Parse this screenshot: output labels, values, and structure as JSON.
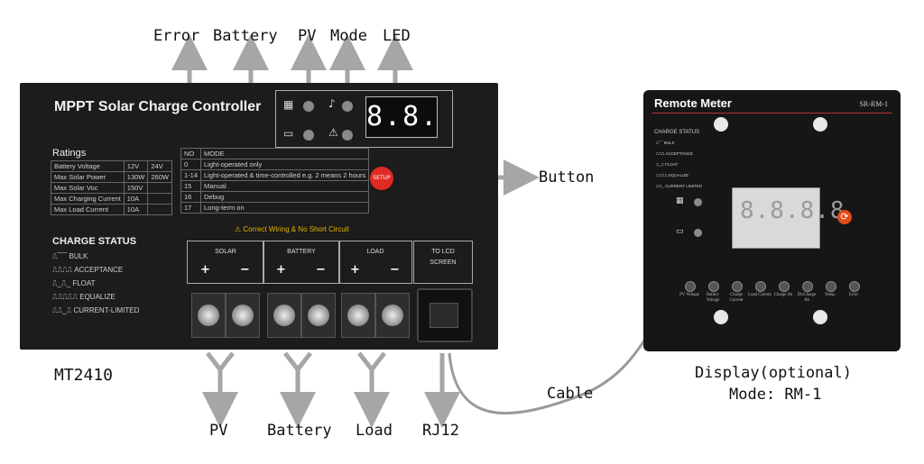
{
  "callouts": {
    "top": [
      "Error",
      "Battery",
      "PV",
      "Mode",
      "LED"
    ],
    "button": "Button",
    "bottom": [
      "PV",
      "Battery",
      "Load",
      "RJ12"
    ],
    "cable": "Cable",
    "display_line1": "Display(optional)",
    "display_line2": "Mode: RM-1"
  },
  "controller": {
    "title": "MPPT Solar Charge Controller",
    "model": "MT2410",
    "led_display": "8.8.",
    "setup_label": "SETUP",
    "ratings_title": "Ratings",
    "ratings": [
      [
        "Battery Voltage",
        "12V",
        "24V"
      ],
      [
        "Max Solar Power",
        "130W",
        "260W"
      ],
      [
        "Max Solar Voc",
        "150V",
        ""
      ],
      [
        "Max Charging Current",
        "10A",
        ""
      ],
      [
        "Max Load Current",
        "10A",
        ""
      ]
    ],
    "mode_headers": [
      "NO",
      "MODE"
    ],
    "modes": [
      [
        "0",
        "Light-operated only"
      ],
      [
        "1-14",
        "Light-operated & time-controlled e.g. 2 means 2 hours"
      ],
      [
        "15",
        "Manual"
      ],
      [
        "16",
        "Debug"
      ],
      [
        "17",
        "Long-term on"
      ]
    ],
    "charge_status_title": "CHARGE STATUS",
    "charge_status": [
      "BULK",
      "ACCEPTANCE",
      "FLOAT",
      "EQUALIZE",
      "CURRENT-LIMITED"
    ],
    "warning": "Correct Wiring & No Short Circuit",
    "terminals": [
      "SOLAR",
      "BATTERY",
      "LOAD"
    ],
    "lcd_port": [
      "TO LCD",
      "SCREEN"
    ]
  },
  "remote": {
    "title": "Remote Meter",
    "code": "SR-RM-1",
    "charge_status_title": "CHARGE STATUS",
    "charge_status": [
      "BULK",
      "ACCEPTANCE",
      "FLOAT",
      "EQUALIZE",
      "CURRENT LIMITED"
    ],
    "lcd_digits": "8.8.8.8",
    "led_labels": [
      "PV Voltage",
      "Battery Voltage",
      "Charge Current",
      "Load Current",
      "Charge Ah",
      "DisCharge Ah",
      "Temp.",
      "Error"
    ]
  },
  "colors": {
    "arrow": "#a6a6a6",
    "panel": "#1c1c1c",
    "setup": "#e02a23"
  }
}
